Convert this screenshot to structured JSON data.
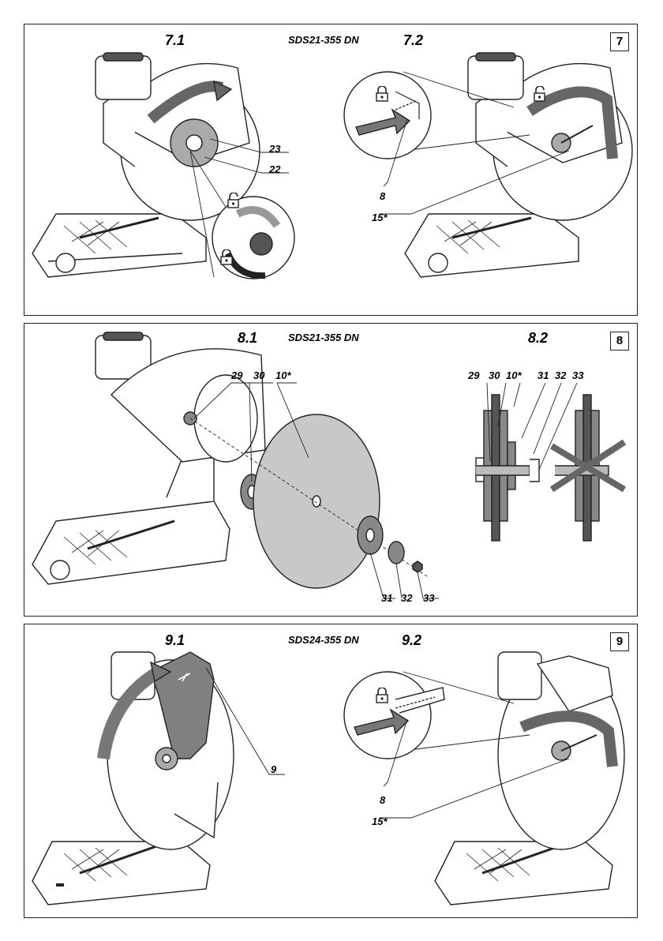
{
  "panels": [
    {
      "badge": "7",
      "model": "SDS21-355 DN",
      "figures": [
        "7.1",
        "7.2"
      ],
      "callouts": [
        "23",
        "22",
        "8",
        "15*"
      ]
    },
    {
      "badge": "8",
      "model": "SDS21-355 DN",
      "figures": [
        "8.1",
        "8.2"
      ],
      "callouts_left": [
        "29",
        "30",
        "10*",
        "31",
        "32",
        "33"
      ],
      "callouts_right": [
        "29",
        "30",
        "10*",
        "31",
        "32",
        "33"
      ]
    },
    {
      "badge": "9",
      "model": "SDS24-355 DN",
      "figures": [
        "9.1",
        "9.2"
      ],
      "callouts": [
        "9",
        "8",
        "15*"
      ]
    }
  ],
  "icons": [
    "lock-icon",
    "unlock-icon",
    "arrow-icon"
  ],
  "colors": {
    "ink": "#222222",
    "gray": "#808080",
    "light": "#d9d9d9"
  }
}
